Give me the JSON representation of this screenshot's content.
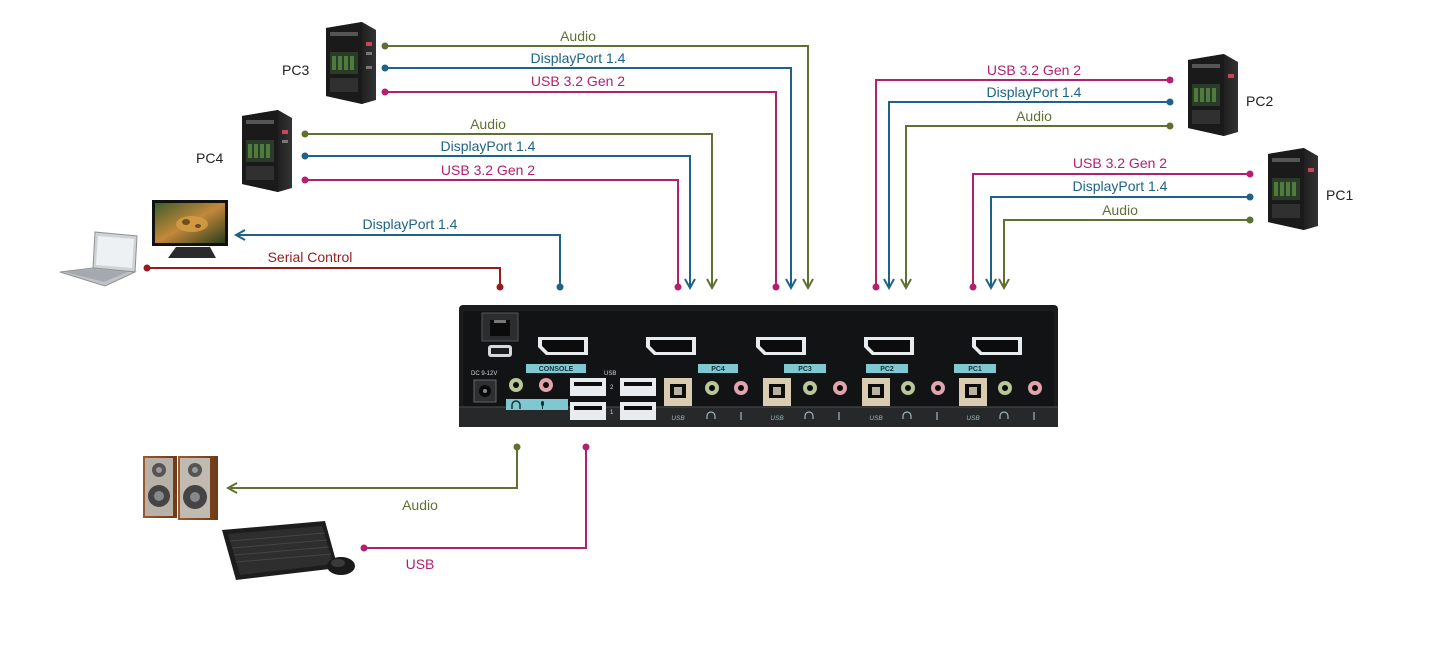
{
  "colors": {
    "audio": "#5f7030",
    "displayport": "#1d6386",
    "usb": "#b3206e",
    "serial": "#961b1f",
    "panel": "#1b1c1e",
    "port_label_bg": "#7fc8d2"
  },
  "devices": {
    "pc1": "PC1",
    "pc2": "PC2",
    "pc3": "PC3",
    "pc4": "PC4"
  },
  "connections": {
    "pc3": {
      "audio": "Audio",
      "displayport": "DisplayPort 1.4",
      "usb": "USB 3.2 Gen 2"
    },
    "pc4": {
      "audio": "Audio",
      "displayport": "DisplayPort 1.4",
      "usb": "USB 3.2 Gen 2"
    },
    "pc2": {
      "usb": "USB 3.2 Gen 2",
      "displayport": "DisplayPort 1.4",
      "audio": "Audio"
    },
    "pc1": {
      "usb": "USB 3.2 Gen 2",
      "displayport": "DisplayPort 1.4",
      "audio": "Audio"
    },
    "monitor": "DisplayPort 1.4",
    "serial": "Serial Control",
    "speakers": "Audio",
    "keyboard": "USB"
  },
  "kvm": {
    "dc_label": "DC 9-12V",
    "console_label": "CONSOLE",
    "usb_label": "USB",
    "usb_port_2": "2",
    "usb_port_1": "1",
    "port_tags": [
      "PC4",
      "PC3",
      "PC2",
      "PC1"
    ],
    "usb_b_label": "USB"
  },
  "icons": [
    "computer-tower-icon",
    "monitor-icon",
    "laptop-icon",
    "speakers-icon",
    "keyboard-icon",
    "mouse-icon",
    "headphone-icon",
    "microphone-icon",
    "serial-port-icon"
  ]
}
